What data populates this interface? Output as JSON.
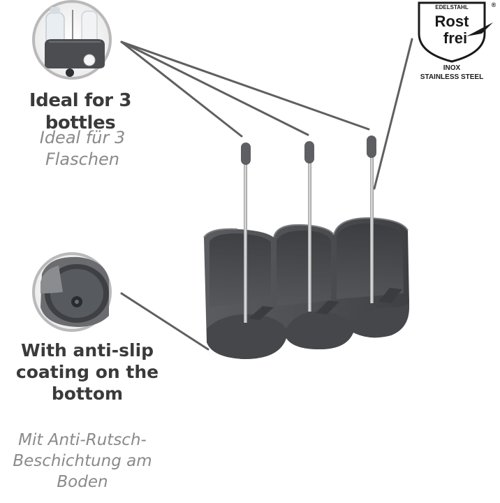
{
  "features": {
    "bottles": {
      "title": "Ideal for 3 bottles",
      "subtitle_line1": "Ideal für 3",
      "subtitle_line2": "Flaschen"
    },
    "antislip": {
      "title_line1": "With anti-slip",
      "title_line2": "coating on the",
      "title_line3": "bottom",
      "subtitle_line1": "Mit Anti-Rutsch-",
      "subtitle_line2": "Beschichtung am",
      "subtitle_line3": "Boden"
    }
  },
  "seal": {
    "top_text": "EDELSTAHL",
    "registered_mark": "®",
    "word1": "Rost",
    "word2": "frei",
    "line1": "INOX",
    "line2": "STAINLESS STEEL"
  },
  "colors": {
    "product_gray": "#55575a",
    "text_dark": "#3a3a3a",
    "text_gray": "#8a8a8a",
    "callout_line": "#5a5a5a"
  }
}
